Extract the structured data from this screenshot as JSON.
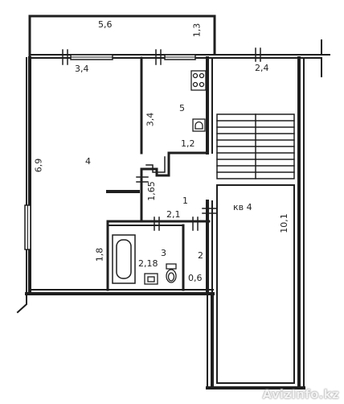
{
  "plan": {
    "colors": {
      "wall": "#1f1f1f",
      "fixture": "#333333",
      "paper": "#ffffff"
    },
    "dimensions": {
      "balcony_length": "5,6",
      "balcony_depth": "1,3",
      "room4_window": "3,4",
      "stair_window": "2,4",
      "room4_height": "6,9",
      "kitchen_height": "3,4",
      "kitchen_width": "1,2",
      "hall_height": "1,65",
      "hall_width": "2,1",
      "bath_height": "1,8",
      "bath_width": "2,18",
      "wc_width": "0,6",
      "stairwell_length": "10,1"
    },
    "rooms": {
      "room_4": "4",
      "room_5": "5",
      "room_1": "1",
      "room_3": "3",
      "room_2": "2",
      "apartment": "кв 4"
    },
    "icons": [
      "stove-icon",
      "sink-icon",
      "bathtub-icon",
      "toilet-icon",
      "washbasin-icon"
    ],
    "watermark": "AvizInfo.kz"
  }
}
